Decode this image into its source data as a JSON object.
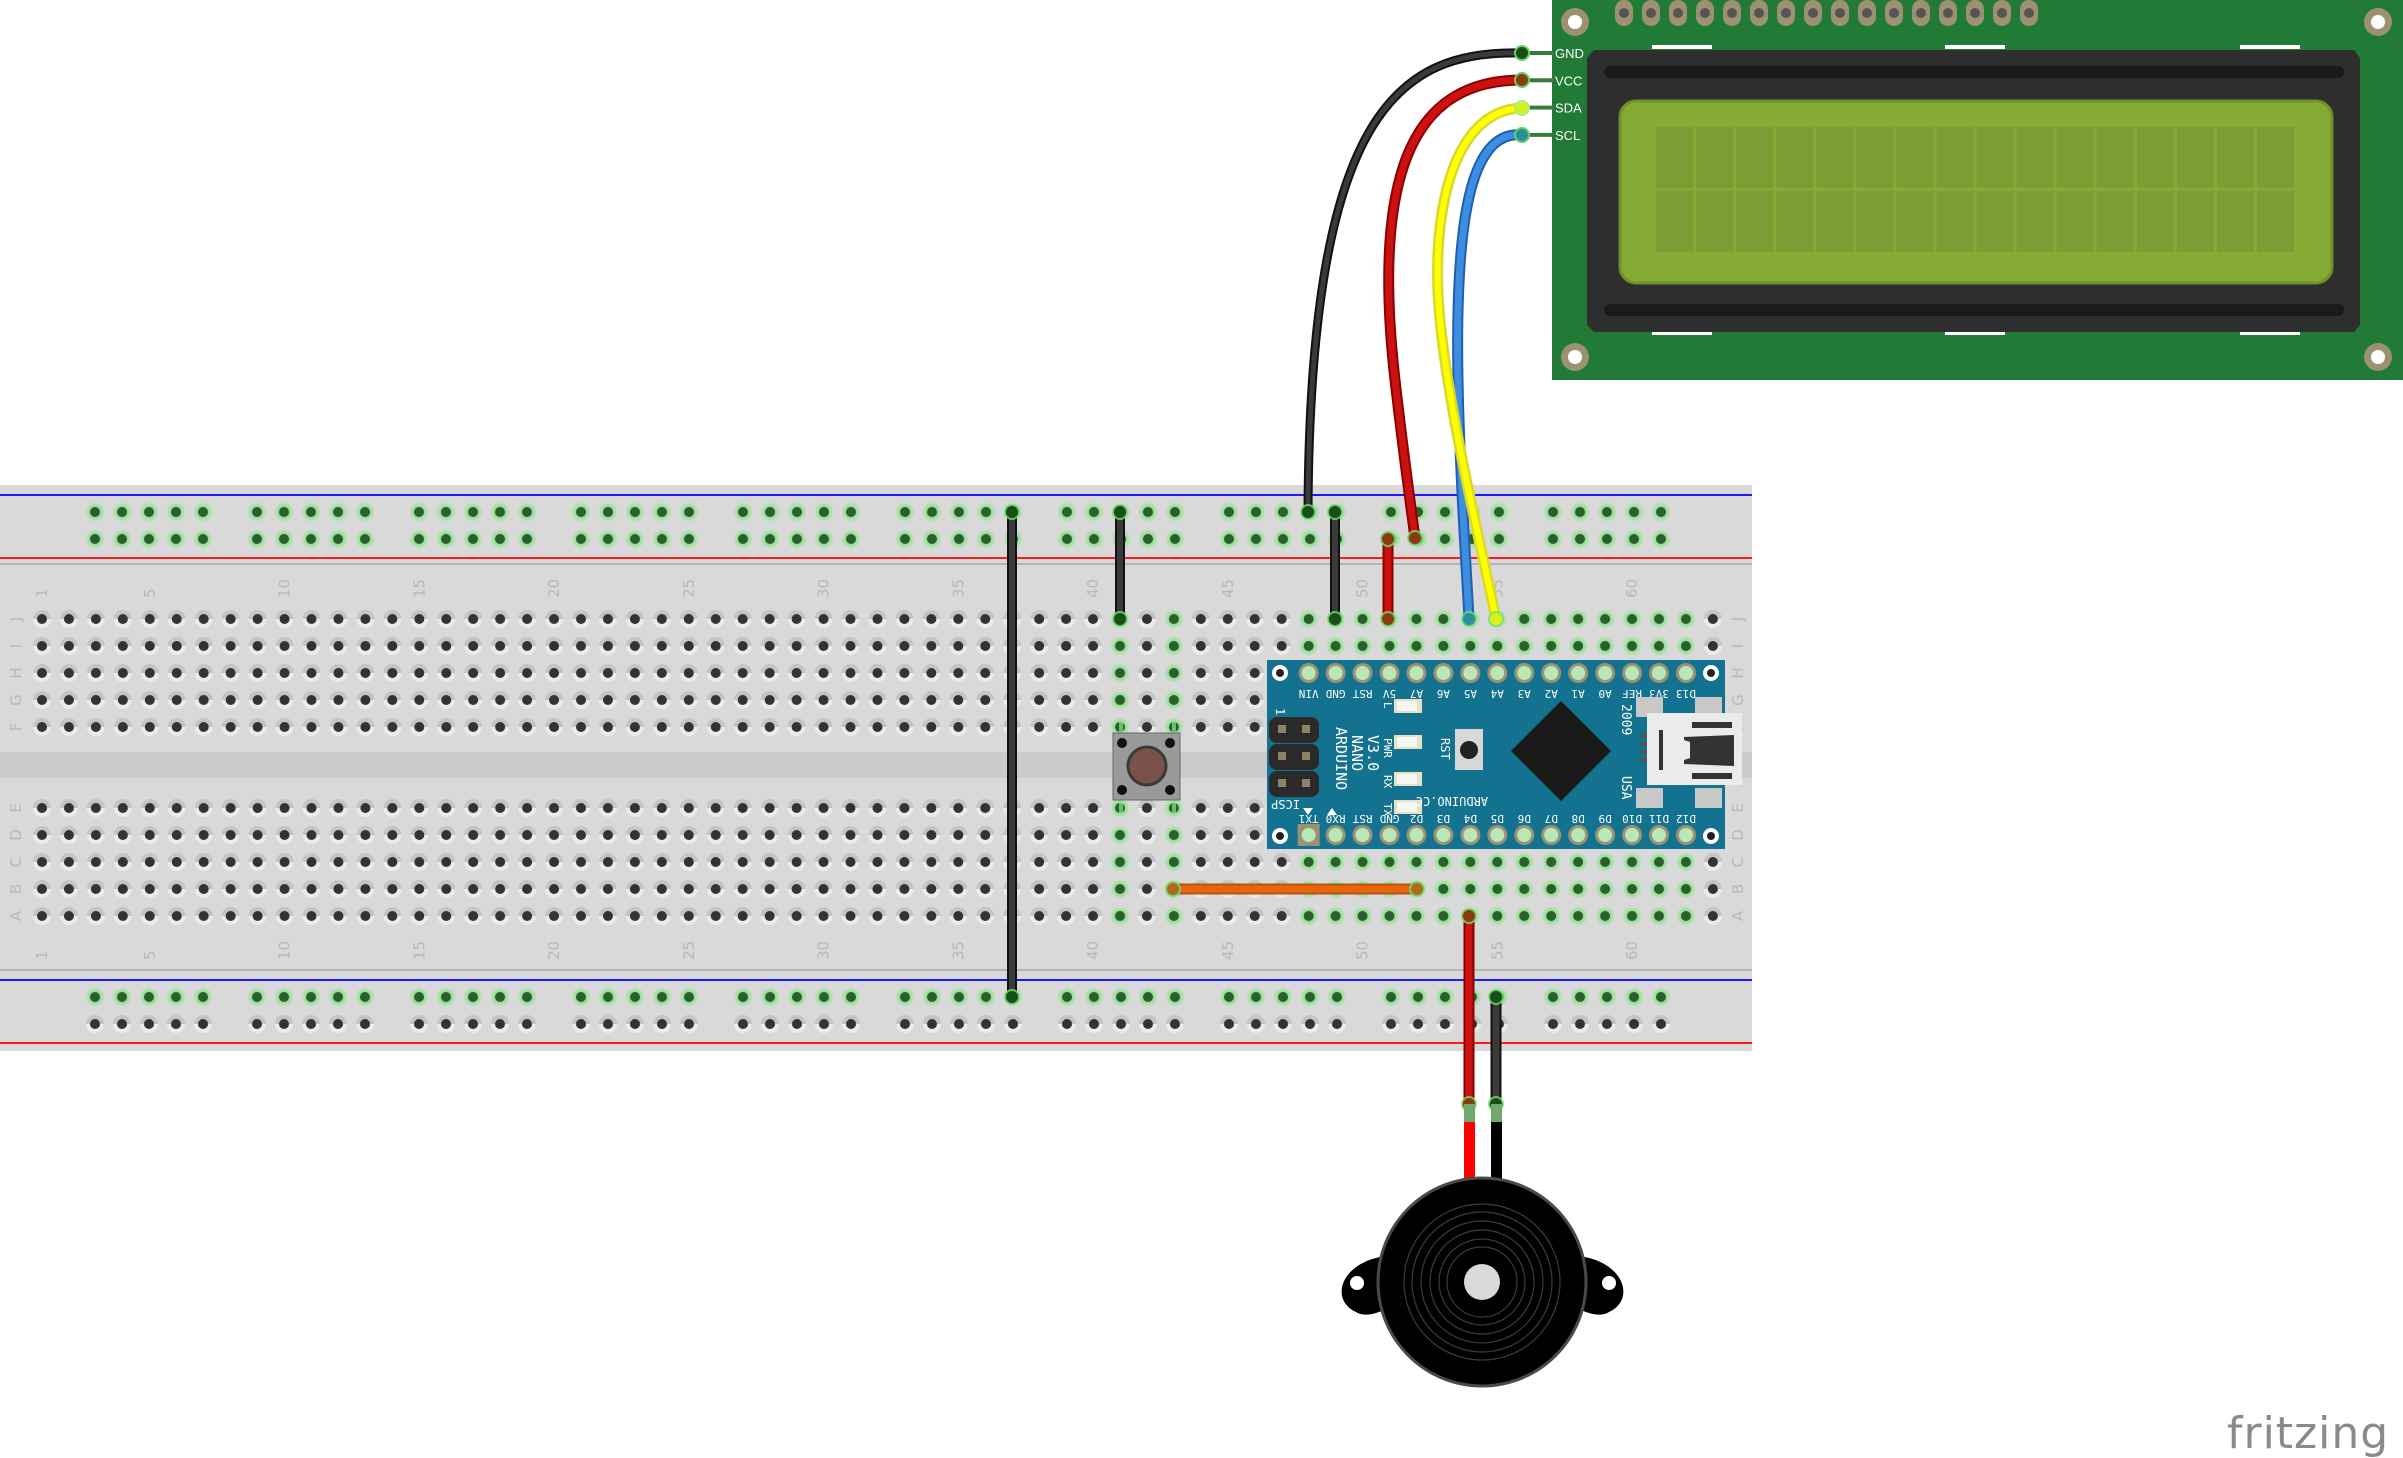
{
  "diagram": {
    "type": "breadboard-circuit",
    "watermark": "fritzing",
    "colors": {
      "breadboard_body": "#d9d9d9",
      "breadboard_channel": "#cecccb",
      "rail_blue_line": "#1a1aff",
      "rail_red_line": "#ff1a1a",
      "hole_connected": "#2d5e2d",
      "hole_connected_glow": "#8fe38f",
      "hole_plain": "#333333",
      "lcd_board": "#217a35",
      "lcd_bezel": "#2e2e2e",
      "lcd_screen": "#86ab34",
      "lcd_char_cell": "#7c9d33",
      "nano_board": "#13728f",
      "wire_black": "#3a3a3a",
      "wire_red": "#cc1111",
      "wire_yellow": "#ffff00",
      "wire_blue": "#3d8ee0",
      "wire_orange": "#e8650a",
      "button_cap": "#7a5148",
      "buzzer_body": "#000000"
    },
    "breadboard": {
      "columns": 63,
      "main_rows_top": [
        "J",
        "I",
        "H",
        "G",
        "F"
      ],
      "main_rows_bottom": [
        "E",
        "D",
        "C",
        "B",
        "A"
      ],
      "column_number_labels": [
        "1",
        "5",
        "10",
        "15",
        "20",
        "25",
        "30",
        "35",
        "40",
        "45",
        "50",
        "55",
        "60"
      ],
      "rail_groups": 10,
      "rail_holes_per_group": 5,
      "connected_columns": [
        41,
        43,
        48,
        49,
        50,
        51,
        52,
        53,
        54,
        55,
        56,
        57,
        58,
        59,
        60,
        61,
        62
      ],
      "top_rails_connected": [
        true,
        true
      ],
      "bottom_rails_connected": [
        true,
        false
      ]
    },
    "lcd": {
      "name": "16x2 I2C LCD",
      "pin_labels": [
        "GND",
        "VCC",
        "SDA",
        "SCL"
      ],
      "char_columns": 16,
      "char_rows": 2,
      "header_pins": 16
    },
    "arduino": {
      "name": "Arduino Nano",
      "silk_title": [
        "ARDUINO",
        "NANO",
        "V3.0"
      ],
      "top_pins": [
        "VIN",
        "GND",
        "RST",
        "5V",
        "A7",
        "A6",
        "A5",
        "A4",
        "A3",
        "A2",
        "A1",
        "A0",
        "REF",
        "3V3",
        "D13"
      ],
      "bottom_pins": [
        "TX1",
        "RX0",
        "RST",
        "GND",
        "D2",
        "D3",
        "D4",
        "D5",
        "D6",
        "D7",
        "D8",
        "D9",
        "D10",
        "D11",
        "D12"
      ],
      "leds": [
        "L",
        "PWR",
        "RX",
        "TX"
      ],
      "reset_label": "RST",
      "icsp_label": "ICSP",
      "icsp_pin1_label": "1",
      "website": "ARDUINO.CC",
      "year": "2009",
      "country": "USA"
    },
    "components": {
      "pushbutton": "Tactile pushbutton",
      "buzzer": "Piezo buzzer"
    },
    "wires": [
      {
        "id": "lcd-gnd",
        "color": "black",
        "from": "LCD GND",
        "to": "top rail (blue) col 48"
      },
      {
        "id": "lcd-vcc",
        "color": "red",
        "from": "LCD VCC",
        "to": "top rail (red) col 52"
      },
      {
        "id": "lcd-sda",
        "color": "yellow",
        "from": "LCD SDA",
        "to": "J55 (A4)"
      },
      {
        "id": "lcd-scl",
        "color": "blue",
        "from": "LCD SCL",
        "to": "J54 (A5)"
      },
      {
        "id": "gnd-jumper",
        "color": "black",
        "from": "top rail col 49",
        "to": "J49 (GND)"
      },
      {
        "id": "5v-jumper",
        "color": "red",
        "from": "top rail col 51",
        "to": "J51 (5V)"
      },
      {
        "id": "button-gnd",
        "color": "black",
        "from": "top rail col 41",
        "to": "J41"
      },
      {
        "id": "rail-gnd-bridge",
        "color": "black",
        "from": "top rail col 37",
        "to": "bottom rail col 37"
      },
      {
        "id": "button-d2",
        "color": "orange",
        "from": "B43",
        "to": "B52 (D2)"
      },
      {
        "id": "buzzer-pos",
        "color": "red",
        "from": "A54 (D4)",
        "to": "buzzer +"
      },
      {
        "id": "buzzer-neg",
        "color": "black",
        "from": "bottom rail col 55",
        "to": "buzzer -"
      }
    ]
  }
}
